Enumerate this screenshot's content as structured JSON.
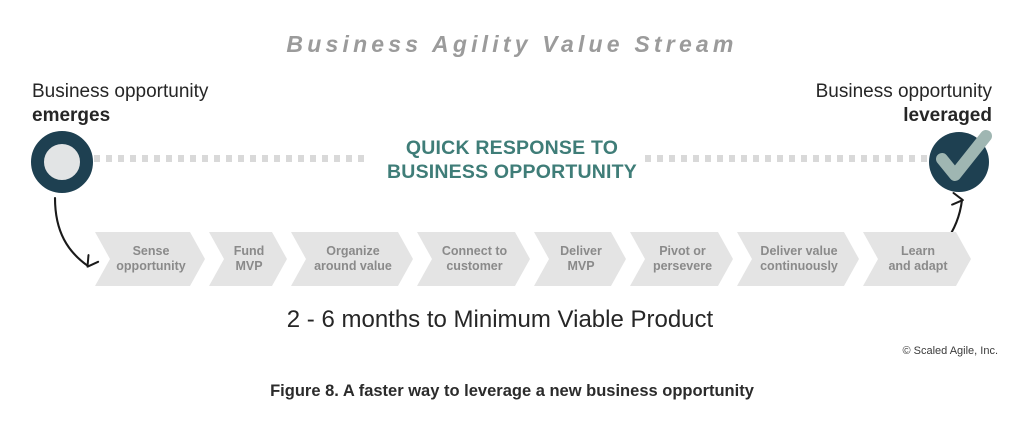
{
  "title": "Business Agility Value Stream",
  "start": {
    "label_line1": "Business opportunity",
    "label_line2": "emerges",
    "marker_icon": "open-circle-icon"
  },
  "end": {
    "label_line1": "Business opportunity",
    "label_line2": "leveraged",
    "marker_icon": "check-circle-icon"
  },
  "center": {
    "line1": "QUICK RESPONSE TO",
    "line2": "BUSINESS OPPORTUNITY"
  },
  "steps": [
    {
      "line1": "Sense",
      "line2": "opportunity"
    },
    {
      "line1": "Fund",
      "line2": "MVP"
    },
    {
      "line1": "Organize",
      "line2": "around value"
    },
    {
      "line1": "Connect to",
      "line2": "customer"
    },
    {
      "line1": "Deliver",
      "line2": "MVP"
    },
    {
      "line1": "Pivot or",
      "line2": "persevere"
    },
    {
      "line1": "Deliver value",
      "line2": "continuously"
    },
    {
      "line1": "Learn",
      "line2": "and adapt"
    }
  ],
  "duration_text": "2 - 6 months to Minimum Viable Product",
  "copyright": "© Scaled Agile, Inc.",
  "caption": "Figure 8. A faster way to leverage a new business opportunity",
  "colors": {
    "title_gray": "#9b9b9b",
    "teal_dark": "#1e4051",
    "teal_accent": "#3f7d78",
    "check_sage": "#9fb6b2",
    "chevron_fill": "#e4e4e4",
    "chevron_text": "#8a8a8a",
    "dot_gray": "#d9d9d9",
    "body_text": "#262626"
  }
}
